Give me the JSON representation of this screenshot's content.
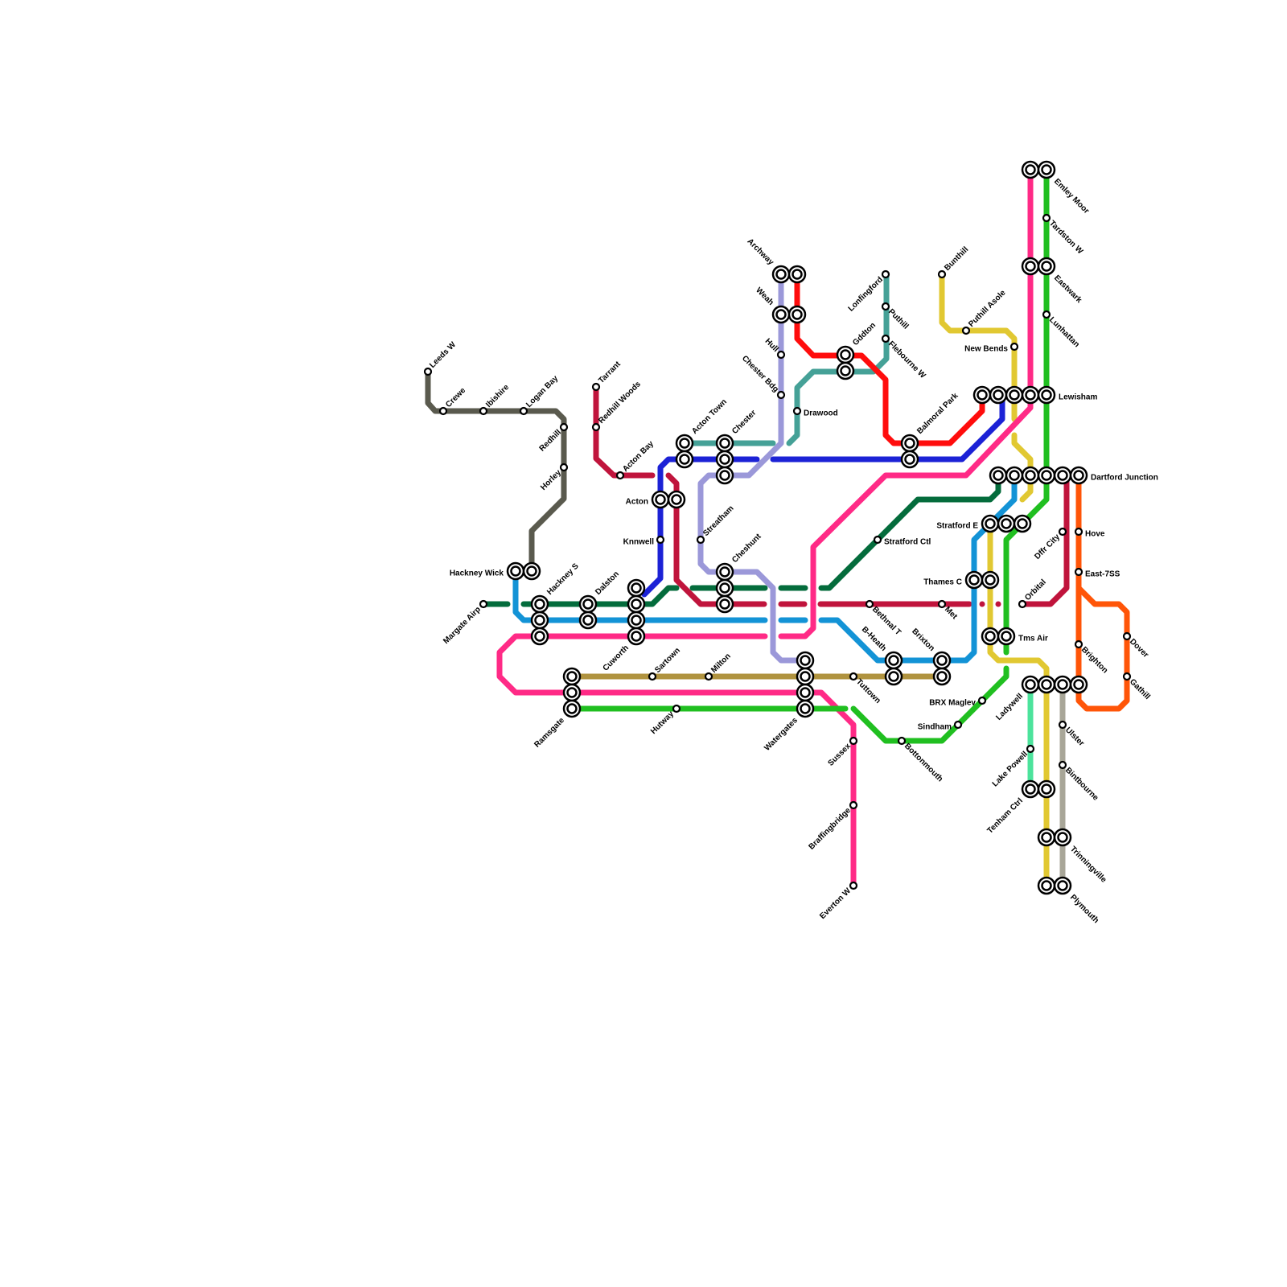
{
  "line_colors": {
    "grey": "#5a5a4e",
    "crimson": "#c0143c",
    "blue": "#1c22d6",
    "teal": "#45a197",
    "lavender": "#9b98d9",
    "red": "#ff0d0d",
    "yellow": "#e1c832",
    "pink": "#ff2a86",
    "green": "#20bf20",
    "darkgreen": "#046c3c",
    "cyan": "#1393d6",
    "olive": "#b0933f",
    "mint": "#4ce39c",
    "orange": "#ff5508",
    "stone": "#a8a698"
  },
  "stations": {
    "leeds_w": "Leeds W",
    "crewe": "Crewe",
    "ibishire": "Ibishire",
    "logan_bay": "Logan Bay",
    "redhill": "Redhill",
    "horley": "Horley",
    "hackney_wick": "Hackney Wick",
    "hackney_s": "Hackney S",
    "margate_airp": "Margate Airp",
    "tarrant": "Tarrant",
    "redhill_woods": "Redhill Woods",
    "acton_bay": "Acton Bay",
    "acton_town": "Acton Town",
    "chester": "Chester",
    "acton": "Acton",
    "knnwell": "Knnwell",
    "streatham": "Streatham",
    "cheshunt": "Cheshunt",
    "dalston": "Dalston",
    "cuworth": "Cuworth",
    "ramsgate": "Ramsgate",
    "sartown": "Sartown",
    "milton": "Milton",
    "hutway": "Hutway",
    "watergates": "Watergates",
    "archway": "Archway",
    "weah": "Weah",
    "hull": "Hull",
    "chester_bdg": "Chester Bdg",
    "drawood": "Drawood",
    "gddton": "Gddton",
    "lonfingford": "Lonfingford",
    "puthill": "Puthill",
    "flebourne_w": "Flebourne W",
    "bunthill": "Bunthill",
    "puthill_asole": "Puthill Asole",
    "new_bends": "New Bends",
    "balmoral_park": "Balmoral Park",
    "stratford_ctl": "Stratford Ctl",
    "bethnal_t": "Bethnal T",
    "met": "Met",
    "b_heath": "B-Heath",
    "brixton": "Brixton",
    "tuttown": "Tuttown",
    "sussex": "Sussex",
    "braffingbridge": "Braffingbridge",
    "everton_w": "Everton W",
    "bottonmouth": "Bottonmouth",
    "sindham": "Sindham",
    "brx_maglev": "BRX Maglev",
    "thames_c": "Thames C",
    "stratford_e": "Stratford E",
    "tms_air": "Tms Air",
    "orbital": "Orbital",
    "dffr_city": "Dffr City",
    "emley_moor": "Emley Moor",
    "tardston_w": "Tardston W",
    "eastwark": "Eastwark",
    "lunhattan": "Lunhattan",
    "lewisham": "Lewisham",
    "dartford_junction": "Dartford Junction",
    "hove": "Hove",
    "east_7ss": "East-7SS",
    "brighton": "Brighton",
    "dover": "Dover",
    "gathill": "Gathill",
    "ladywell": "Ladywell",
    "lake_powell": "Lake Powell",
    "tenham_ctrl": "Tenham Ctrl",
    "ulster": "Ulster",
    "bintbourne": "Bintbourne",
    "trinningville": "Trinningville",
    "plymouth": "Plymouth"
  }
}
